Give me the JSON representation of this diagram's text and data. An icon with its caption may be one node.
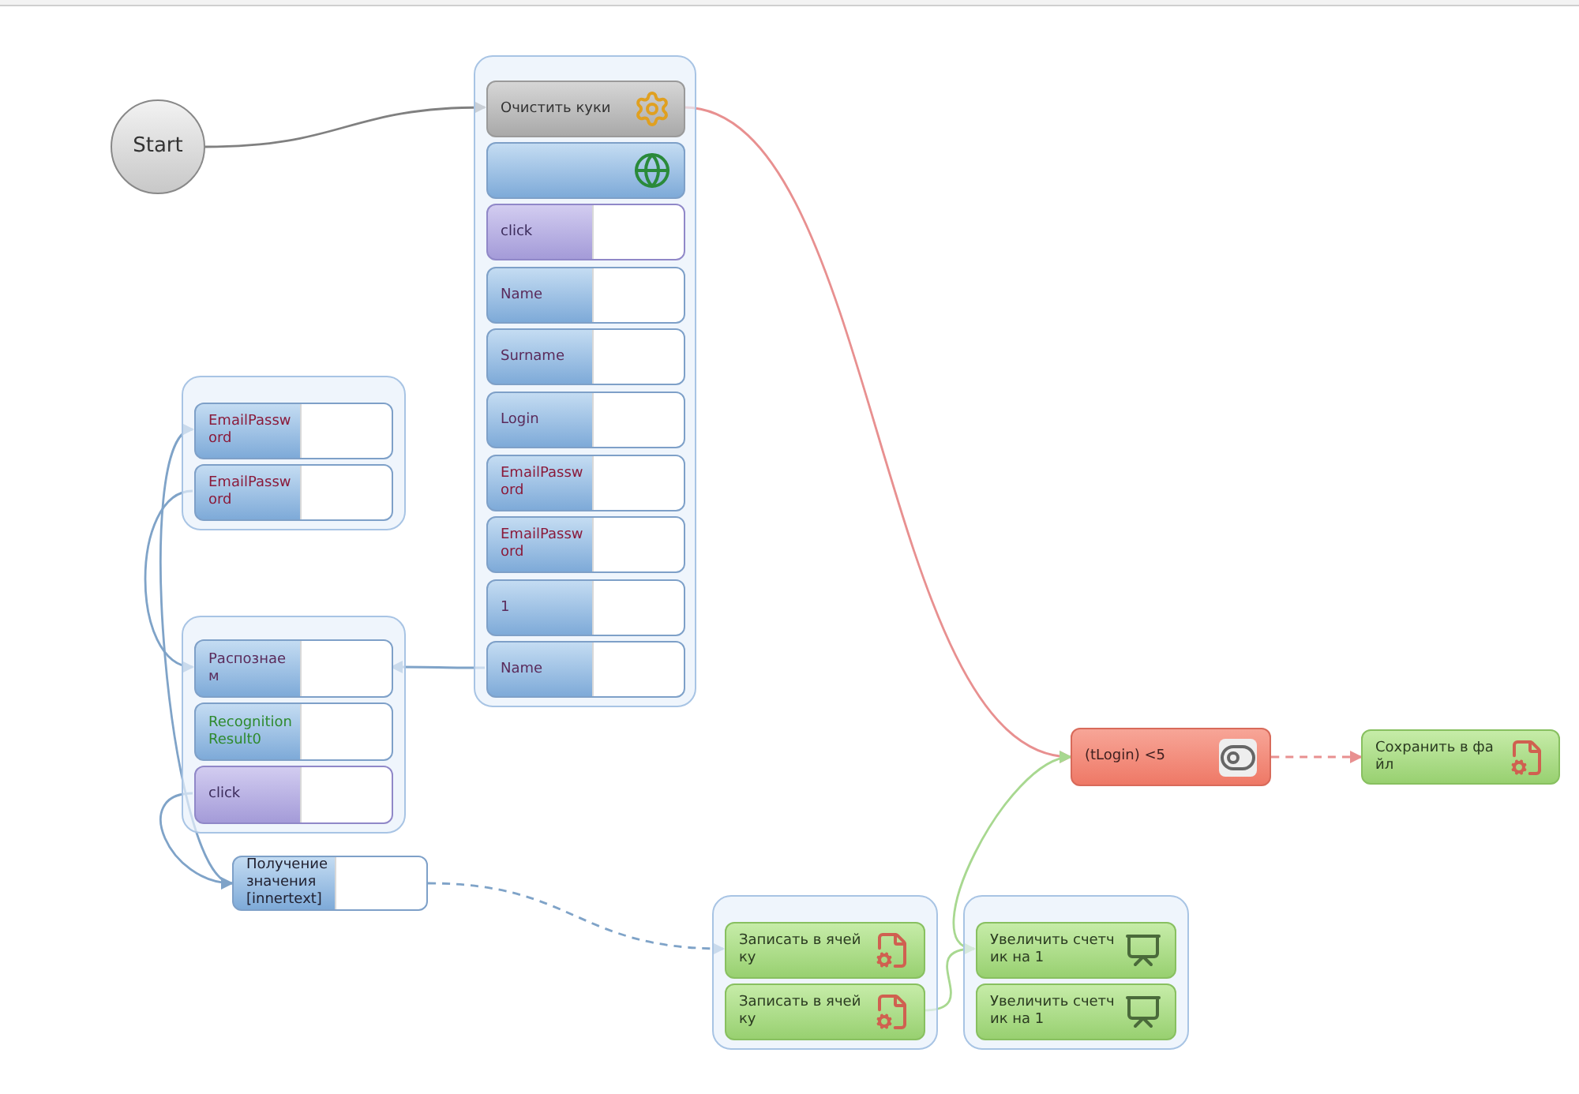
{
  "diagram": {
    "nodes": [
      {
        "text": [
          "Start"
        ]
      },
      {
        "text": [],
        "shape": "box"
      },
      {
        "text": [
          "Очистить куки"
        ],
        "in": 1
      },
      {
        "text": [],
        "shape": "box",
        "in": 1
      },
      {
        "text": [
          "click"
        ],
        "in": 1
      },
      {
        "text": [
          "Name"
        ],
        "in": 1
      },
      {
        "text": [
          "Surname"
        ],
        "in": 1
      },
      {
        "text": [
          "Login"
        ],
        "in": 1
      },
      {
        "text": [
          "EmailPassword"
        ],
        "in": 1
      },
      {
        "text": [
          "EmailPassword"
        ],
        "in": 1
      },
      {
        "text": [
          "1"
        ],
        "in": 1
      },
      {
        "text": [
          "Name"
        ],
        "in": 1
      },
      {
        "text": [],
        "shape": "box"
      },
      {
        "text": [
          "EmailPassword"
        ],
        "in": 12
      },
      {
        "text": [
          "EmailPassword"
        ],
        "in": 12
      },
      {
        "text": [],
        "shape": "box"
      },
      {
        "text": [
          "Распознаем"
        ],
        "in": 15
      },
      {
        "text": [
          "RecognitionResult0"
        ],
        "in": 15
      },
      {
        "text": [
          "click"
        ],
        "in": 15
      },
      {
        "text": [
          "Получение значения [innertext]"
        ]
      },
      {
        "text": [
          "(tLogin) <5"
        ]
      },
      {
        "text": [
          "Сохранить в файл"
        ]
      },
      {
        "text": [],
        "shape": "box"
      },
      {
        "text": [
          "Записать в ячейку"
        ],
        "in": 22
      },
      {
        "text": [
          "Записать в ячейку"
        ],
        "in": 22
      },
      {
        "text": [],
        "shape": "box"
      },
      {
        "text": [
          "Увеличить счетчик на 1"
        ],
        "in": 25
      },
      {
        "text": [
          "Увеличить счетчик на 1"
        ],
        "in": 25
      }
    ],
    "edges": [
      {
        "from": 0,
        "to": 2,
        "arrow": "to",
        "color": "#808080"
      },
      {
        "from": 2,
        "to": 20,
        "arrow": "to",
        "color": "#e89090"
      },
      {
        "from": 11,
        "to": 16,
        "arrow": "to"
      },
      {
        "from": 14,
        "to": 16,
        "arrow": "to"
      },
      {
        "from": 19,
        "to": 13,
        "arrow": "to"
      },
      {
        "from": 18,
        "to": 19,
        "arrow": "to"
      },
      {
        "from": 19,
        "to": 23,
        "arrow": "to",
        "style": "dashed"
      },
      {
        "from": 24,
        "to": 26,
        "arrow": "to",
        "color": "#a8d890"
      },
      {
        "from": 26,
        "to": 20,
        "arrow": "to",
        "color": "#a8d890"
      },
      {
        "from": 20,
        "to": 21,
        "arrow": "to",
        "style": "dashed",
        "color": "#e89090"
      }
    ]
  }
}
